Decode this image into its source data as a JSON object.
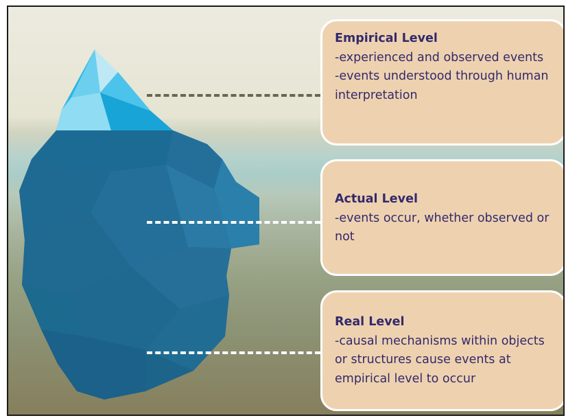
{
  "levels": [
    {
      "title": "Empirical Level",
      "lines": [
        "-experienced and observed events",
        "-events understood through human interpretation"
      ]
    },
    {
      "title": "Actual Level",
      "lines": [
        "-events occur, whether observed or not"
      ]
    },
    {
      "title": "Real Level",
      "lines": [
        "-causal mechanisms within objects or structures cause events at empirical level to occur"
      ]
    }
  ],
  "colors": {
    "box_fill": "#eed2b0",
    "box_text": "#33296b",
    "connector_above_water": "#6b6450",
    "connector_below_water": "#ffffff",
    "iceberg_tip": "#2ab5e4",
    "iceberg_underwater": "#1e6d96"
  }
}
